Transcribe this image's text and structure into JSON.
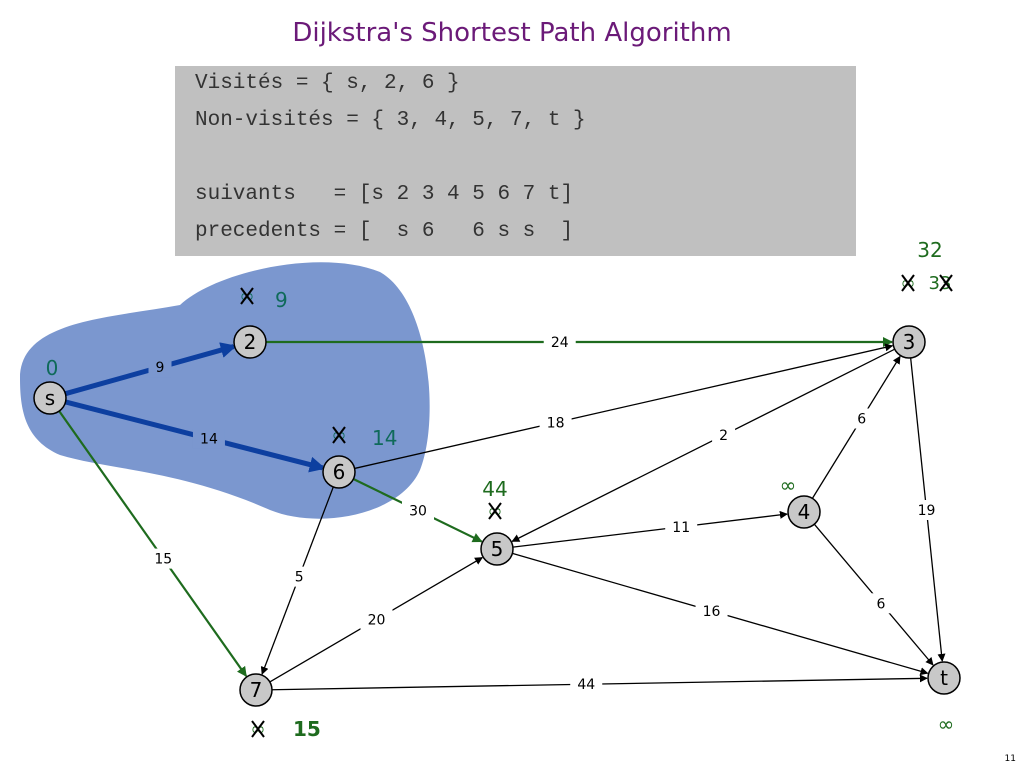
{
  "slide": {
    "title": "Dijkstra's Shortest Path Algorithm",
    "page_number": "11"
  },
  "state_box": {
    "visited": "Visités = { s, 2, 6 }",
    "unvisited": "Non-visités = { 3, 4, 5, 7, t }",
    "next": "suivants   = [s 2 3 4 5 6 7 t]",
    "previous": "precedents = [  s 6   6 s s  ]"
  },
  "colors": {
    "title": "#6b1a78",
    "visited_region": "#7b97cf",
    "tree_edge": "#0d3fa0",
    "candidate_edge": "#1e6b1e",
    "plain_edge": "#000000",
    "node_fill": "#c8c8c8",
    "label_green": "#1e6b1e",
    "label_teal": "#0f6a5a"
  },
  "graph": {
    "nodes": [
      {
        "id": "s",
        "label": "s"
      },
      {
        "id": "2",
        "label": "2"
      },
      {
        "id": "3",
        "label": "3"
      },
      {
        "id": "4",
        "label": "4"
      },
      {
        "id": "5",
        "label": "5"
      },
      {
        "id": "6",
        "label": "6"
      },
      {
        "id": "7",
        "label": "7"
      },
      {
        "id": "t",
        "label": "t"
      }
    ],
    "edges": [
      {
        "from": "s",
        "to": "2",
        "weight": "9",
        "kind": "tree"
      },
      {
        "from": "s",
        "to": "6",
        "weight": "14",
        "kind": "tree"
      },
      {
        "from": "s",
        "to": "7",
        "weight": "15",
        "kind": "candidate"
      },
      {
        "from": "2",
        "to": "3",
        "weight": "24",
        "kind": "candidate"
      },
      {
        "from": "6",
        "to": "3",
        "weight": "18",
        "kind": "plain"
      },
      {
        "from": "6",
        "to": "5",
        "weight": "30",
        "kind": "candidate"
      },
      {
        "from": "6",
        "to": "7",
        "weight": "5",
        "kind": "plain"
      },
      {
        "from": "3",
        "to": "5",
        "weight": "2",
        "kind": "plain"
      },
      {
        "from": "3",
        "to": "t",
        "weight": "19",
        "kind": "plain"
      },
      {
        "from": "4",
        "to": "3",
        "weight": "6",
        "kind": "plain"
      },
      {
        "from": "4",
        "to": "t",
        "weight": "6",
        "kind": "plain"
      },
      {
        "from": "5",
        "to": "4",
        "weight": "11",
        "kind": "plain"
      },
      {
        "from": "5",
        "to": "t",
        "weight": "16",
        "kind": "plain"
      },
      {
        "from": "7",
        "to": "5",
        "weight": "20",
        "kind": "plain"
      },
      {
        "from": "7",
        "to": "t",
        "weight": "44",
        "kind": "plain"
      }
    ],
    "distances": [
      {
        "node": "s",
        "old": "",
        "value": "0"
      },
      {
        "node": "2",
        "old": "∞",
        "value": "9"
      },
      {
        "node": "6",
        "old": "∞",
        "value": "14"
      },
      {
        "node": "7",
        "old": "∞",
        "value": "15"
      },
      {
        "node": "5",
        "old": "∞",
        "value": "44"
      },
      {
        "node": "3",
        "old": "∞",
        "old2": "33",
        "value": "32"
      },
      {
        "node": "4",
        "old": "",
        "value": "∞"
      },
      {
        "node": "t",
        "old": "",
        "value": "∞"
      }
    ]
  }
}
